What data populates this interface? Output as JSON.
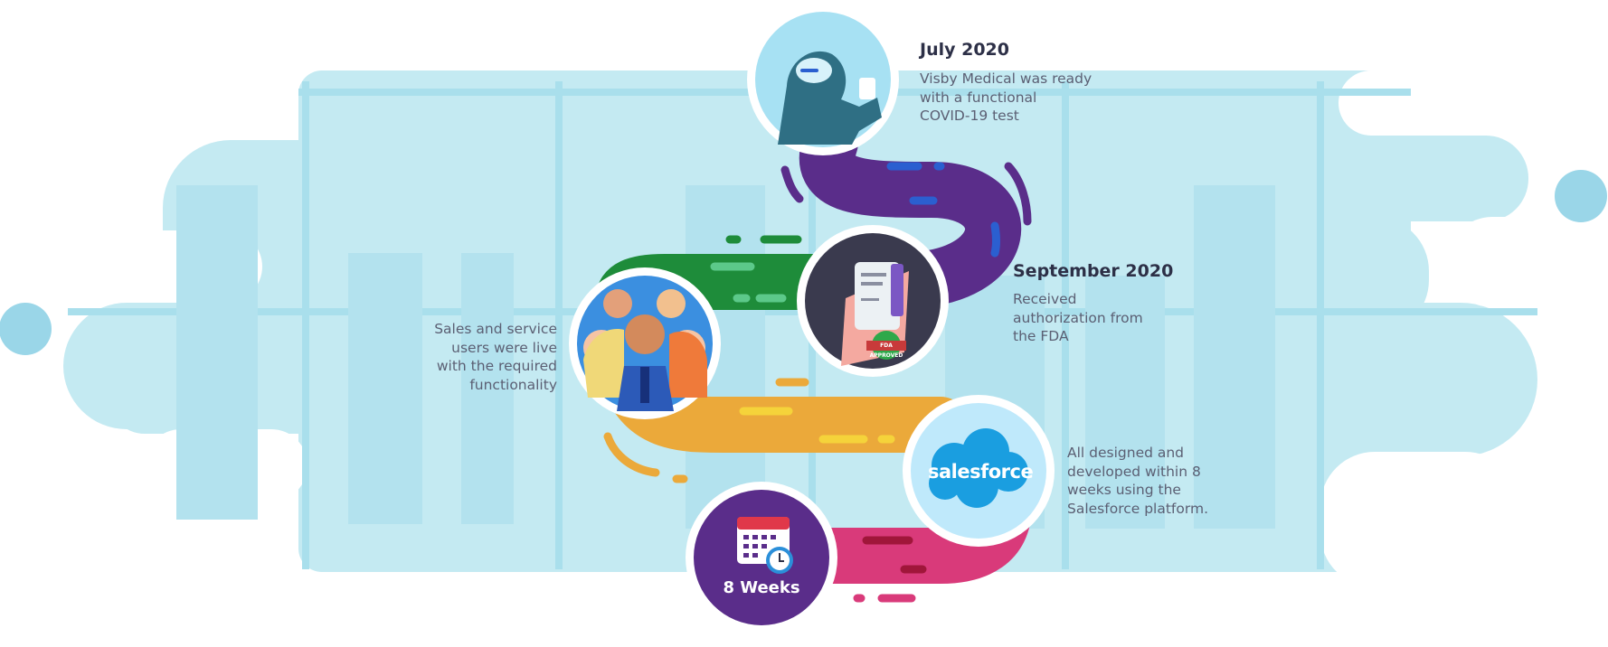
{
  "milestones": [
    {
      "title": "July 2020",
      "description": "Visby Medical was ready with a functional COVID-19 test",
      "lines": [
        "Visby Medical was ready",
        "with a functional",
        "COVID-19 test"
      ]
    },
    {
      "title": "September 2020",
      "description": "Received authorization from the FDA",
      "lines": [
        "Received",
        "authorization from",
        "the FDA"
      ]
    },
    {
      "title": "",
      "description": "Sales and service users were live with the required functionality",
      "lines": [
        "Sales and service",
        "users were live",
        "with the required",
        "functionality"
      ]
    },
    {
      "title": "",
      "description": "All designed and developed within 8 weeks using the Salesforce platform.",
      "lines": [
        "All designed and",
        "developed within 8",
        "weeks using the",
        "Salesforce platform."
      ]
    }
  ],
  "badge": {
    "text": "8 Weeks"
  },
  "logo": {
    "text": "salesforce"
  },
  "stamp": {
    "text": "FDA APPROVED"
  },
  "colors": {
    "sky": "#c4eaf2",
    "cloud": "#9ad6e8",
    "purple": "#5a2d8a",
    "green": "#1e8c3a",
    "yellow": "#eba93a",
    "pink": "#d93a7a",
    "salesforce_blue": "#1a9ee0",
    "text": "#5b5f73",
    "title": "#2d3047"
  }
}
